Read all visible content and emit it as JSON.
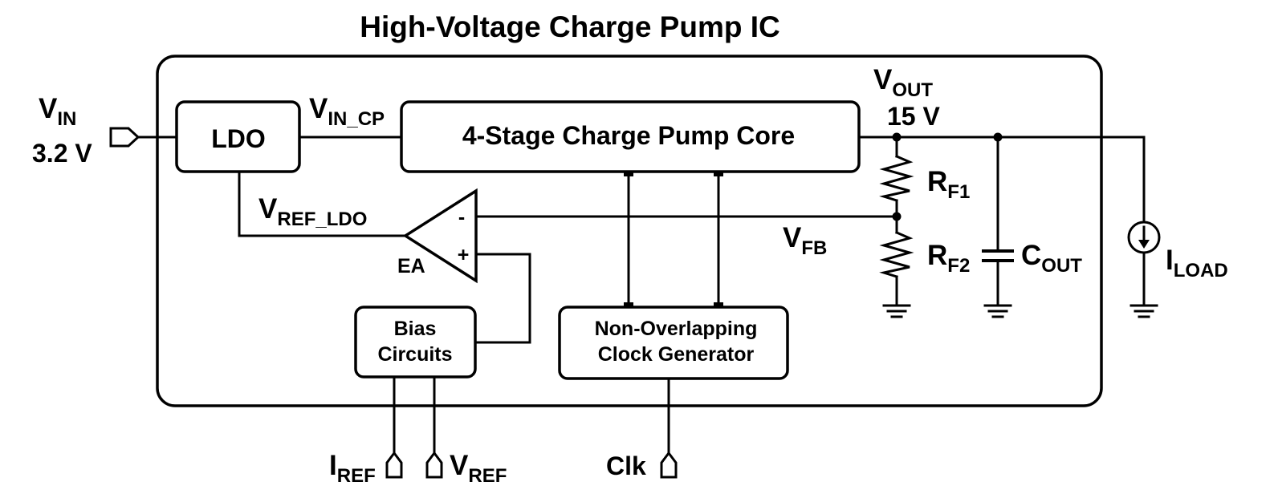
{
  "title": "High-Voltage Charge Pump IC",
  "blocks": {
    "ldo": "LDO",
    "charge_pump": "4-Stage Charge Pump Core",
    "bias": {
      "line1": "Bias",
      "line2": "Circuits"
    },
    "clock": {
      "line1": "Non-Overlapping",
      "line2": "Clock Generator"
    },
    "error_amp": "EA"
  },
  "amp_signs": {
    "minus": "-",
    "plus": "+"
  },
  "signals": {
    "vin": {
      "main": "V",
      "sub": "IN",
      "value": "3.2 V"
    },
    "vin_cp": {
      "main": "V",
      "sub": "IN_CP"
    },
    "vout": {
      "main": "V",
      "sub": "OUT",
      "value": "15 V"
    },
    "vref_ldo": {
      "main": "V",
      "sub": "REF_LDO"
    },
    "vfb": {
      "main": "V",
      "sub": "FB"
    },
    "iref": {
      "main": "I",
      "sub": "REF"
    },
    "vref": {
      "main": "V",
      "sub": "REF"
    },
    "clk": "Clk"
  },
  "components": {
    "rf1": {
      "main": "R",
      "sub": "F1"
    },
    "rf2": {
      "main": "R",
      "sub": "F2"
    },
    "cout": {
      "main": "C",
      "sub": "OUT"
    },
    "iload": {
      "main": "I",
      "sub": "LOAD"
    }
  }
}
